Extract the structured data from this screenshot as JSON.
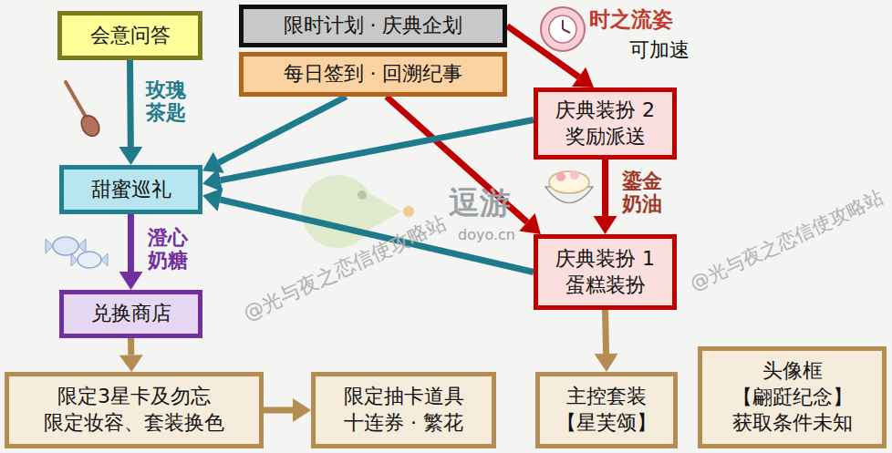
{
  "diagram": {
    "nodes": [
      {
        "text": [
          "会意问答"
        ]
      },
      {
        "text": [
          "限时计划 · 庆典企划"
        ]
      },
      {
        "text": [
          "每日签到 · 回溯纪事"
        ]
      },
      {
        "text": [
          "庆典装扮 2",
          "奖励派送"
        ]
      },
      {
        "text": [
          "甜蜜巡礼"
        ]
      },
      {
        "text": [
          "庆典装扮 1",
          "蛋糕装扮"
        ]
      },
      {
        "text": [
          "兑换商店"
        ]
      },
      {
        "text": [
          "限定3星卡及勿忘",
          "限定妆容、套装换色"
        ]
      },
      {
        "text": [
          "限定抽卡道具",
          "十连券 · 繁花"
        ]
      },
      {
        "text": [
          "主控套装",
          "【星芙颂】"
        ]
      },
      {
        "text": [
          "头像框",
          "【翩跹纪念】",
          "获取条件未知"
        ]
      }
    ],
    "edges": [
      {
        "from": 0,
        "to": 4,
        "label": "玫瑰茶匙",
        "arrow": "to"
      },
      {
        "from": 1,
        "to": 3,
        "arrow": "to"
      },
      {
        "from": 2,
        "to": 4,
        "arrow": "to"
      },
      {
        "from": 2,
        "to": 5,
        "arrow": "to"
      },
      {
        "from": 3,
        "to": 4,
        "arrow": "to"
      },
      {
        "from": 5,
        "to": 4,
        "arrow": "to"
      },
      {
        "from": 3,
        "to": 5,
        "label": "鎏金奶油",
        "arrow": "to"
      },
      {
        "from": 4,
        "to": 6,
        "label": "澄心奶糖",
        "arrow": "to"
      },
      {
        "from": 6,
        "to": 7,
        "arrow": "to"
      },
      {
        "from": 7,
        "to": 8,
        "arrow": "to"
      },
      {
        "from": 5,
        "to": 9,
        "arrow": "to"
      }
    ],
    "labels": [
      "时之流姿",
      "可加速",
      "逗游",
      "doyo.cn",
      "@光与夜之恋信使攻略站",
      "@光与夜之恋信使攻略站"
    ]
  }
}
